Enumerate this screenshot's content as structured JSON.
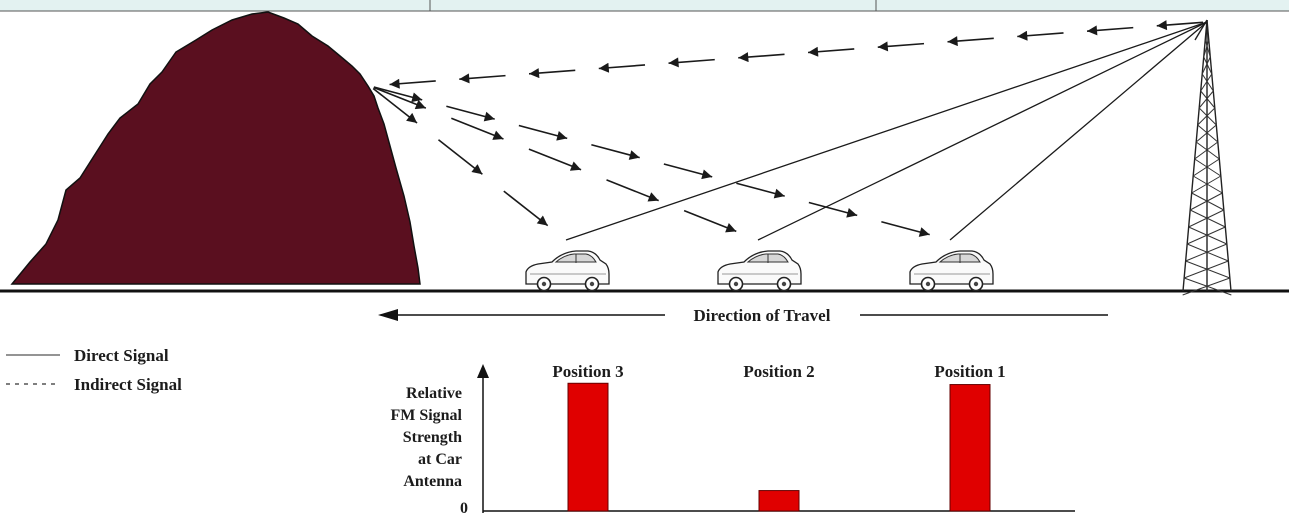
{
  "legend": {
    "direct": "Direct Signal",
    "indirect": "Indirect Signal"
  },
  "direction_label": "Direction of Travel",
  "chart_data": {
    "type": "bar",
    "categories": [
      "Position 3",
      "Position 2",
      "Position 1"
    ],
    "values": [
      1.0,
      0.16,
      0.99
    ],
    "ylabel_lines": [
      "Relative",
      "FM Signal",
      "Strength",
      "at Car",
      "Antenna"
    ],
    "yzero_label": "0",
    "ylim": [
      0,
      1.2
    ],
    "bar_color": "#e00000"
  },
  "colors": {
    "mountain": "#5a0f1f",
    "line": "#1a1a1a",
    "header_band": "#e3f2f1"
  }
}
